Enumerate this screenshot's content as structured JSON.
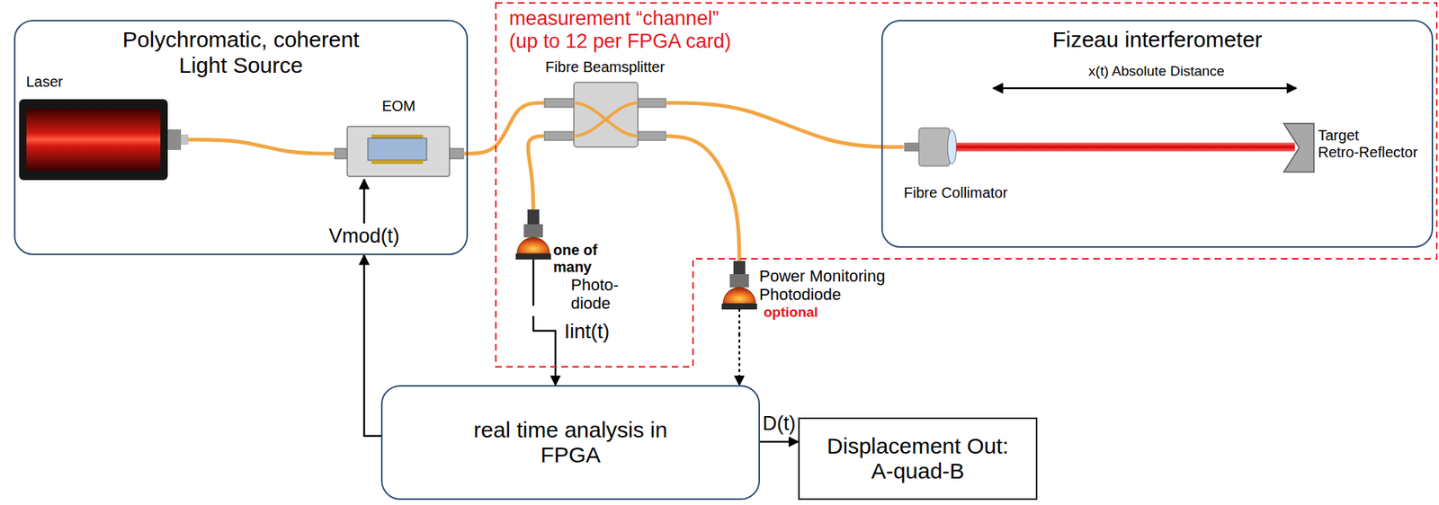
{
  "diagram": {
    "nodes": [
      {
        "text": [
          "Polychromatic, coherent Light Source"
        ]
      },
      {
        "text": [
          "Laser"
        ],
        "in": 0
      },
      {
        "text": [
          "EOM"
        ],
        "in": 0
      },
      {
        "text": [
          "measurement “channel” (up to 12 per FPGA card)"
        ]
      },
      {
        "text": [
          "Fibre Beamsplitter"
        ],
        "in": 3
      },
      {
        "text": [
          "one of many",
          "Photo- diode"
        ],
        "in": 3
      },
      {
        "text": [
          "Power Monitoring Photodiode",
          "optional"
        ]
      },
      {
        "text": [
          "Fizeau interferometer"
        ],
        "in": 3
      },
      {
        "text": [
          "Fibre Collimator"
        ],
        "in": 7
      },
      {
        "text": [
          "Target Retro-Reflector"
        ],
        "in": 7
      },
      {
        "text": [
          "real time analysis in FPGA"
        ]
      },
      {
        "text": [
          "Displacement Out: A-quad-B"
        ]
      }
    ],
    "edges": [
      {
        "from": 1,
        "to": 2,
        "arrow": "none"
      },
      {
        "from": 2,
        "to": 4,
        "arrow": "none"
      },
      {
        "from": 4,
        "to": 8,
        "arrow": "none"
      },
      {
        "from": 4,
        "to": 5,
        "arrow": "none"
      },
      {
        "from": 4,
        "to": 6,
        "arrow": "none"
      },
      {
        "from": 5,
        "to": 10,
        "arrow": "to",
        "label": "Iint(t)"
      },
      {
        "from": 6,
        "to": 10,
        "arrow": "to"
      },
      {
        "from": 10,
        "to": 0,
        "arrow": "to",
        "label": "Vmod(t)"
      },
      {
        "from": 10,
        "to": 11,
        "arrow": "to",
        "label": "D(t)"
      }
    ],
    "labels": [
      "x(t) Absolute Distance"
    ]
  }
}
